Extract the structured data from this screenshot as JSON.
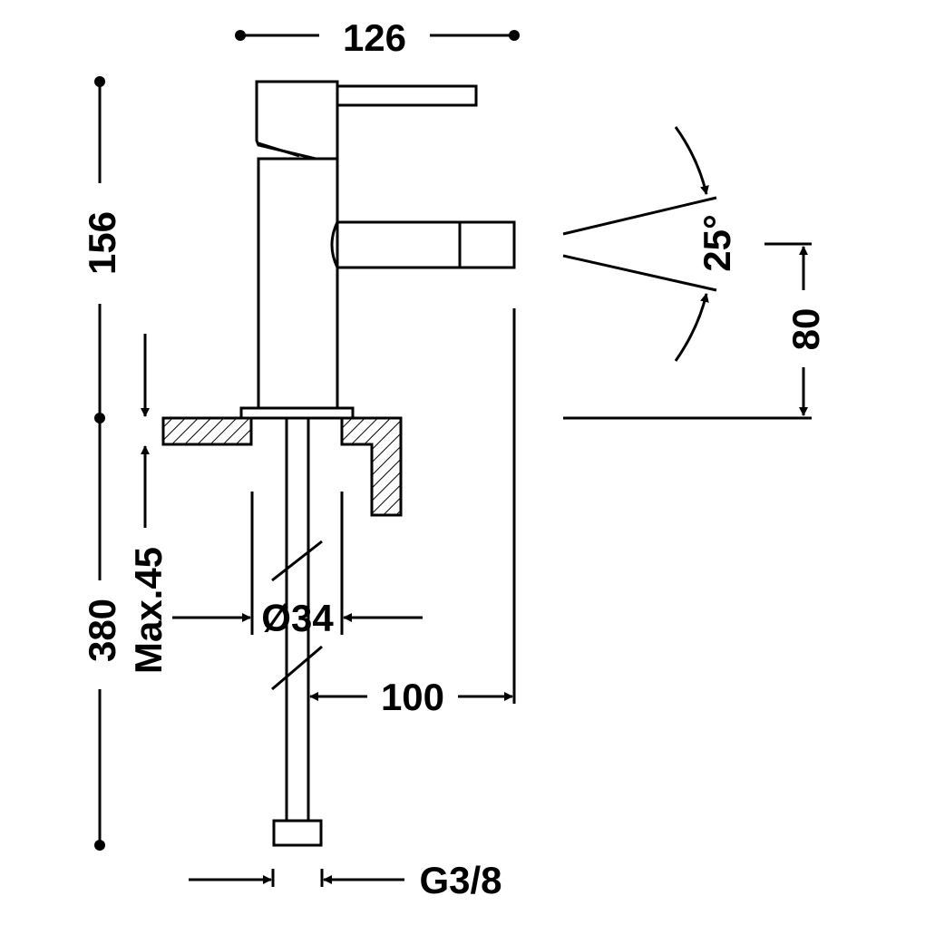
{
  "drawing": {
    "width_total": "126",
    "height_total": "156",
    "spout_angle": "25°",
    "spout_height": "80",
    "deck_thickness": "Max.45",
    "hose_length": "380",
    "hole_diameter": "Ø34",
    "projection": "100",
    "connection_thread": "G3/8"
  },
  "colors": {
    "line": "#000000",
    "background": "#ffffff"
  }
}
